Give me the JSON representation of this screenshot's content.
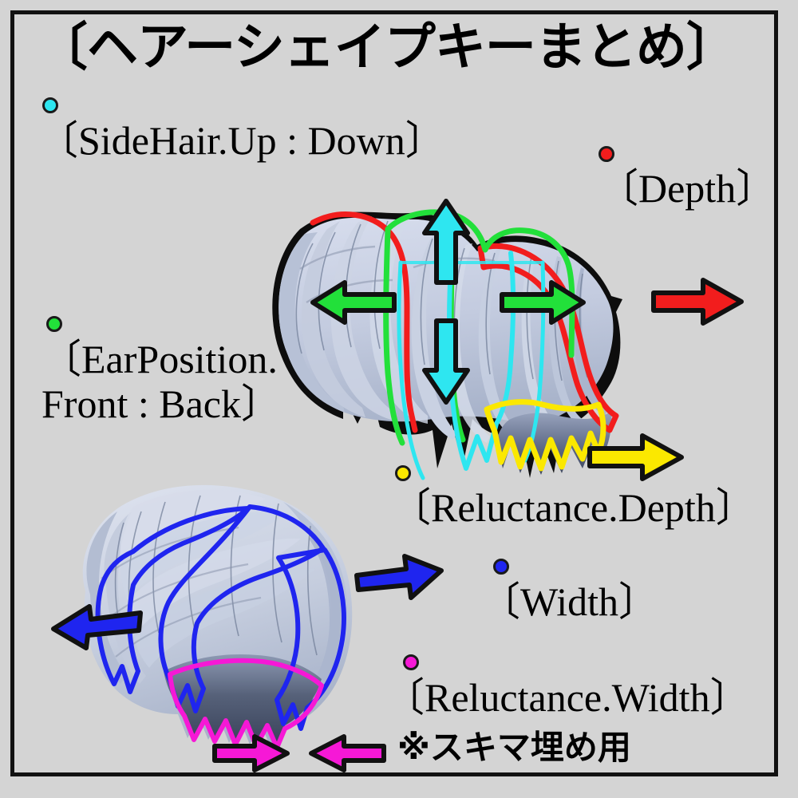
{
  "page": {
    "background_color": "#d4d4d4",
    "frame_color": "#111111"
  },
  "title": "〔ヘアーシェイプキーまとめ〕",
  "legend": [
    {
      "key": "sidehair",
      "label": "〔SideHair.Up : Down〕",
      "dot_color": "#2ee6f0",
      "arrow_color": "#2ee6f0",
      "arrow_dirs": [
        "up",
        "down"
      ]
    },
    {
      "key": "depth",
      "label": "〔Depth〕",
      "dot_color": "#f21d1d",
      "arrow_color": "#f21d1d",
      "arrow_dirs": [
        "right"
      ]
    },
    {
      "key": "earposition",
      "label": "〔EarPosition.\nFront : Back〕",
      "dot_color": "#22e03a",
      "arrow_color": "#22e03a",
      "arrow_dirs": [
        "left",
        "right"
      ]
    },
    {
      "key": "reluctance_depth",
      "label": "〔Reluctance.Depth〕",
      "dot_color": "#fbe800",
      "arrow_color": "#fbe800",
      "arrow_dirs": [
        "right"
      ]
    },
    {
      "key": "width",
      "label": "〔Width〕",
      "dot_color": "#1f25ef",
      "arrow_color": "#1f25ef",
      "arrow_dirs": [
        "left",
        "right"
      ]
    },
    {
      "key": "reluctance_width",
      "label": "〔Reluctance.Width〕",
      "dot_color": "#f618d6",
      "arrow_color": "#f618d6",
      "arrow_dirs": [
        "right",
        "left"
      ]
    }
  ],
  "note": "※スキマ埋め用",
  "hair_top": {
    "outline_colors": {
      "base": "#0d0d0d",
      "sidehair": "#2ee6f0",
      "depth": "#f21d1d",
      "earposition": "#22e03a",
      "reluctance_depth": "#fbe800"
    }
  },
  "hair_bottom": {
    "outline_colors": {
      "width": "#1f25ef",
      "reluctance_width": "#f618d6"
    }
  },
  "hair_fill": {
    "light": "#ccd4e4",
    "mid": "#b4bfd3",
    "shadow": "#7f8da8",
    "dark": "#48526b",
    "line": "#5b6880"
  }
}
